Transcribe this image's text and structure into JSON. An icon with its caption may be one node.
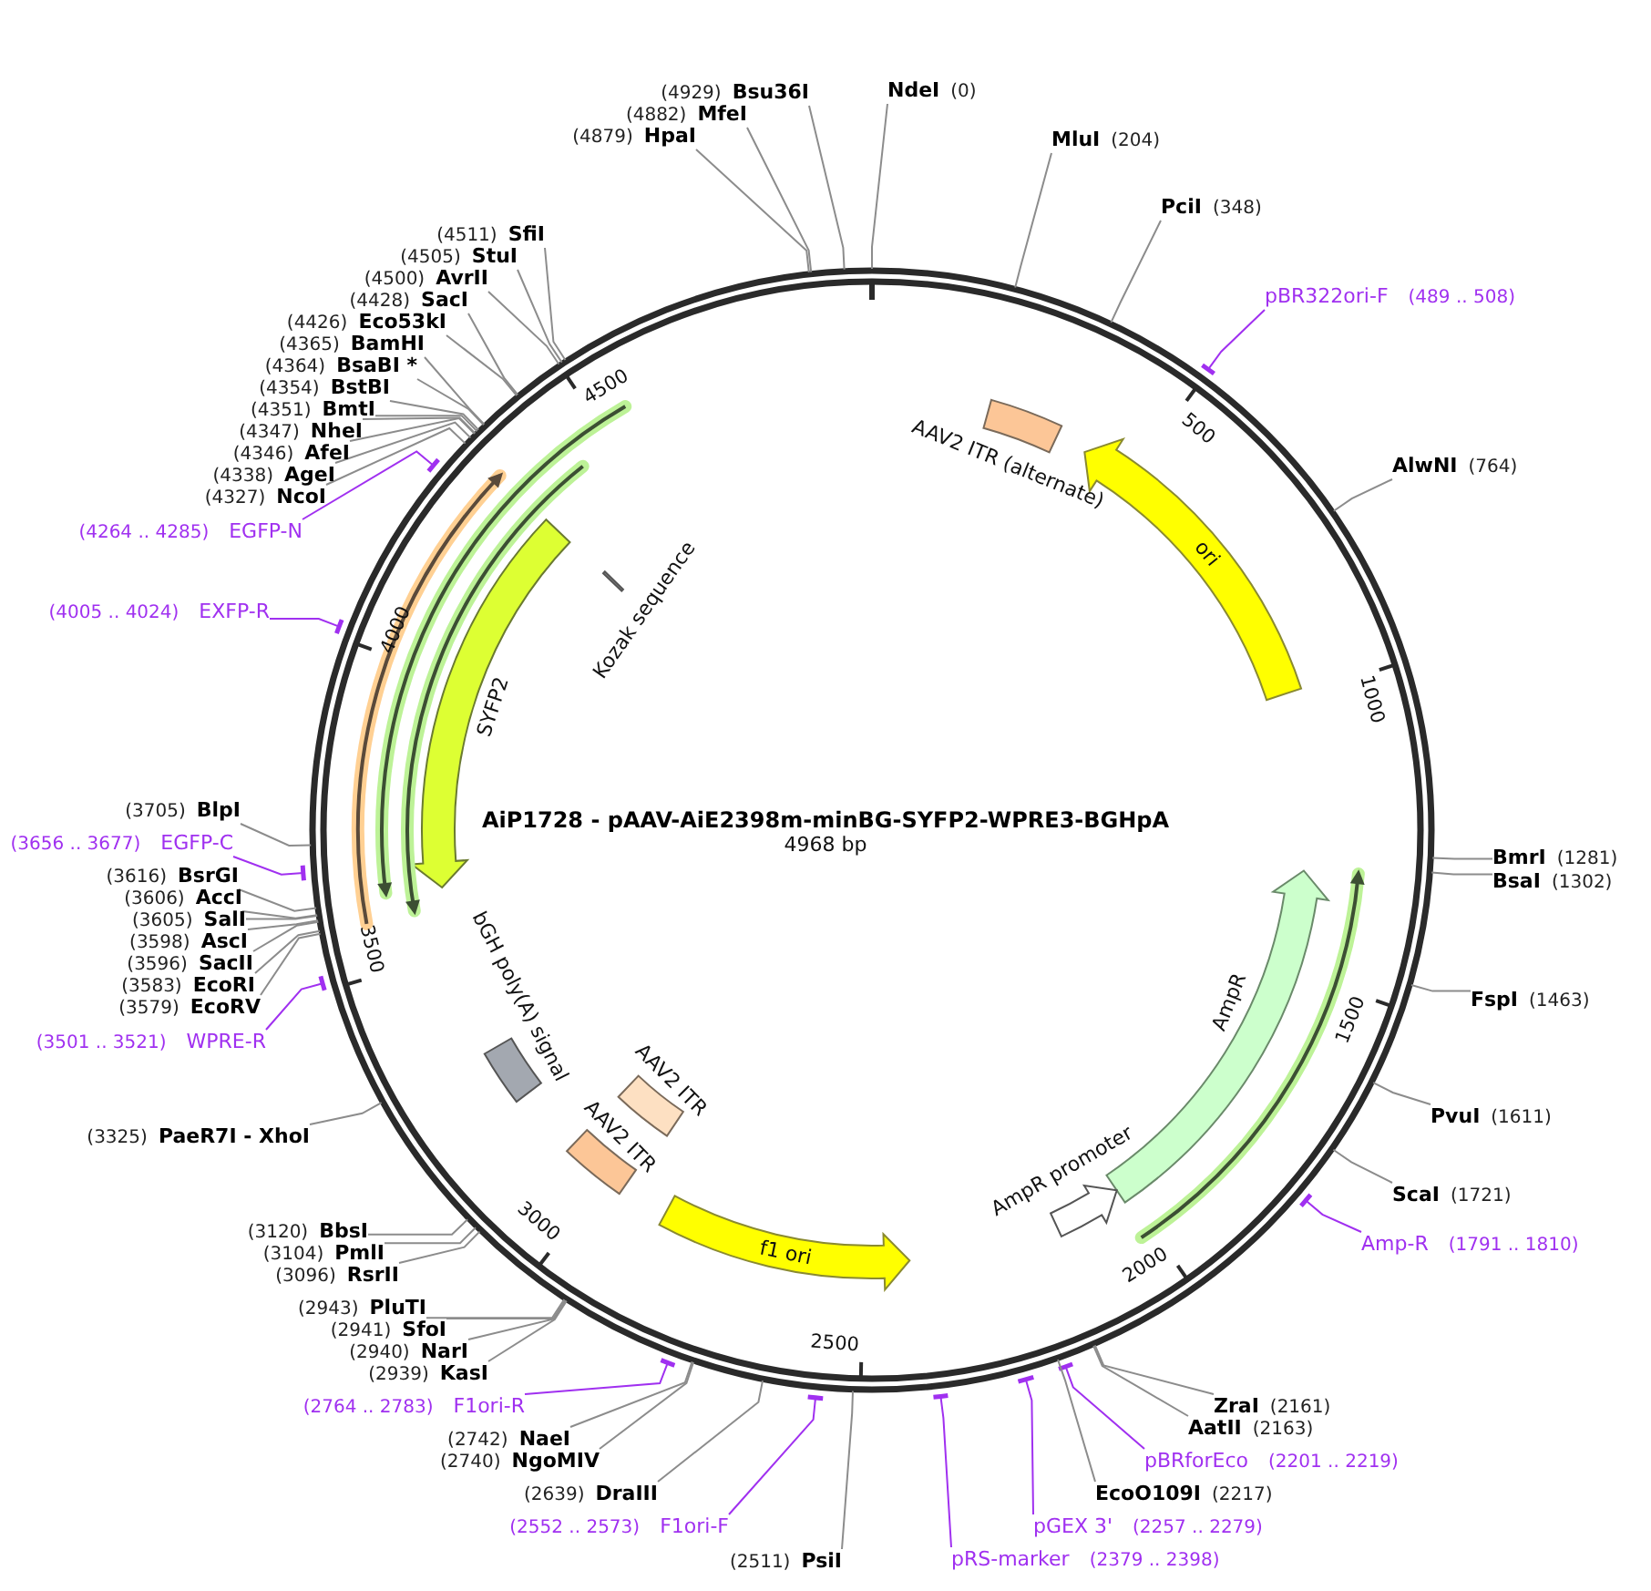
{
  "diagram": {
    "title": "AiP1728 - pAAV-AiE2398m-minBG-SYFP2-WPRE3-BGHpA",
    "nodes": [
      {
        "text": [
          "(4929)",
          "Bsu36I"
        ]
      },
      {
        "text": [
          "(4882)",
          "MfeI"
        ]
      },
      {
        "text": [
          "(4879)",
          "HpaI"
        ]
      },
      {
        "text": [
          "NdeI",
          "(0)"
        ]
      },
      {
        "text": [
          "MluI",
          "(204)"
        ]
      },
      {
        "text": [
          "PciI",
          "(348)"
        ]
      },
      {
        "text": [
          "AlwNI",
          "(764)"
        ]
      },
      {
        "text": [
          "BmrI",
          "(1281)"
        ]
      },
      {
        "text": [
          "BsaI",
          "(1302)"
        ]
      },
      {
        "text": [
          "FspI",
          "(1463)"
        ]
      },
      {
        "text": [
          "PvuI",
          "(1611)"
        ]
      },
      {
        "text": [
          "ScaI",
          "(1721)"
        ]
      },
      {
        "text": [
          "ZraI",
          "(2161)"
        ]
      },
      {
        "text": [
          "AatII",
          "(2163)"
        ]
      },
      {
        "text": [
          "EcoO109I",
          "(2217)"
        ]
      },
      {
        "text": [
          "(2511)",
          "PsiI"
        ]
      },
      {
        "text": [
          "(2639)",
          "DraIII"
        ]
      },
      {
        "text": [
          "(2740)",
          "NgoMIV"
        ]
      },
      {
        "text": [
          "(2742)",
          "NaeI"
        ]
      },
      {
        "text": [
          "(2939)",
          "KasI"
        ]
      },
      {
        "text": [
          "(2940)",
          "NarI"
        ]
      },
      {
        "text": [
          "(2941)",
          "SfoI"
        ]
      },
      {
        "text": [
          "(2943)",
          "PluTI"
        ]
      },
      {
        "text": [
          "(3096)",
          "RsrII"
        ]
      },
      {
        "text": [
          "(3104)",
          "PmlI"
        ]
      },
      {
        "text": [
          "(3120)",
          "BbsI"
        ]
      },
      {
        "text": [
          "(3325)",
          "PaeR7I - XhoI"
        ]
      },
      {
        "text": [
          "(3579)",
          "EcoRV"
        ]
      },
      {
        "text": [
          "(3583)",
          "EcoRI"
        ]
      },
      {
        "text": [
          "(3596)",
          "SacII"
        ]
      },
      {
        "text": [
          "(3598)",
          "AscI"
        ]
      },
      {
        "text": [
          "(3605)",
          "SalI"
        ]
      },
      {
        "text": [
          "(3606)",
          "AccI"
        ]
      },
      {
        "text": [
          "(3616)",
          "BsrGI"
        ]
      },
      {
        "text": [
          "(3705)",
          "BlpI"
        ]
      },
      {
        "text": [
          "(4327)",
          "NcoI"
        ]
      },
      {
        "text": [
          "(4338)",
          "AgeI"
        ]
      },
      {
        "text": [
          "(4346)",
          "AfeI"
        ]
      },
      {
        "text": [
          "(4347)",
          "NheI"
        ]
      },
      {
        "text": [
          "(4351)",
          "BmtI"
        ]
      },
      {
        "text": [
          "(4354)",
          "BstBI"
        ]
      },
      {
        "text": [
          "(4364)",
          "BsaBI *"
        ]
      },
      {
        "text": [
          "(4365)",
          "BamHI"
        ]
      },
      {
        "text": [
          "(4426)",
          "Eco53kI"
        ]
      },
      {
        "text": [
          "(4428)",
          "SacI"
        ]
      },
      {
        "text": [
          "(4500)",
          "AvrII"
        ]
      },
      {
        "text": [
          "(4505)",
          "StuI"
        ]
      },
      {
        "text": [
          "(4511)",
          "SfiI"
        ]
      },
      {
        "text": [
          "pBR322ori-F",
          "(489 .. 508)"
        ]
      },
      {
        "text": [
          "Amp-R",
          "(1791 .. 1810)"
        ]
      },
      {
        "text": [
          "pBRforEco",
          "(2201 .. 2219)"
        ]
      },
      {
        "text": [
          "pGEX 3'",
          "(2257 .. 2279)"
        ]
      },
      {
        "text": [
          "pRS-marker",
          "(2379 .. 2398)"
        ]
      },
      {
        "text": [
          "(2552 .. 2573)",
          "F1ori-F"
        ]
      },
      {
        "text": [
          "(2764 .. 2783)",
          "F1ori-R"
        ]
      },
      {
        "text": [
          "(3501 .. 3521)",
          "WPRE-R"
        ]
      },
      {
        "text": [
          "(3656 .. 3677)",
          "EGFP-C"
        ]
      },
      {
        "text": [
          "(4005 .. 4024)",
          "EXFP-R"
        ]
      },
      {
        "text": [
          "(4264 .. 4285)",
          "EGFP-N"
        ]
      },
      {
        "text": [],
        "shape": "box",
        "beside": [
          "AAV2 ITR (alternate)"
        ],
        "in": 69
      },
      {
        "text": [
          "ori"
        ],
        "in": 69
      },
      {
        "text": [],
        "shape": "arrow",
        "beside": [
          "AmpR"
        ],
        "in": 69
      },
      {
        "text": [],
        "shape": "arrow",
        "beside": [
          "AmpR promoter"
        ],
        "in": 69
      },
      {
        "text": [
          "f1 ori"
        ],
        "in": 69
      },
      {
        "text": [],
        "shape": "box",
        "beside": [
          "AAV2 ITR"
        ],
        "in": 69
      },
      {
        "text": [],
        "shape": "box",
        "beside": [
          "AAV2 ITR"
        ],
        "in": 69
      },
      {
        "text": [],
        "shape": "box",
        "beside": [
          "bGH poly(A) signal"
        ],
        "in": 69
      },
      {
        "text": [],
        "shape": "arrow",
        "beside": [
          "SYFP2"
        ],
        "in": 69
      },
      {
        "text": [],
        "shape": "bar",
        "beside": [
          "Kozak sequence"
        ],
        "in": 69
      },
      {
        "text": [],
        "shape": "circle"
      }
    ],
    "edges": [
      {
        "from": 0,
        "to": 69,
        "arrow": "none"
      },
      {
        "from": 1,
        "to": 69,
        "arrow": "none"
      },
      {
        "from": 2,
        "to": 69,
        "arrow": "none"
      },
      {
        "from": 3,
        "to": 69,
        "arrow": "none"
      },
      {
        "from": 4,
        "to": 69,
        "arrow": "none"
      },
      {
        "from": 5,
        "to": 69,
        "arrow": "none"
      },
      {
        "from": 6,
        "to": 69,
        "arrow": "none"
      },
      {
        "from": 7,
        "to": 69,
        "arrow": "none"
      },
      {
        "from": 8,
        "to": 69,
        "arrow": "none"
      },
      {
        "from": 9,
        "to": 69,
        "arrow": "none"
      },
      {
        "from": 10,
        "to": 69,
        "arrow": "none"
      },
      {
        "from": 11,
        "to": 69,
        "arrow": "none"
      },
      {
        "from": 12,
        "to": 69,
        "arrow": "none"
      },
      {
        "from": 13,
        "to": 69,
        "arrow": "none"
      },
      {
        "from": 14,
        "to": 69,
        "arrow": "none"
      },
      {
        "from": 15,
        "to": 69,
        "arrow": "none"
      },
      {
        "from": 16,
        "to": 69,
        "arrow": "none"
      },
      {
        "from": 17,
        "to": 69,
        "arrow": "none"
      },
      {
        "from": 18,
        "to": 69,
        "arrow": "none"
      },
      {
        "from": 19,
        "to": 69,
        "arrow": "none"
      },
      {
        "from": 20,
        "to": 69,
        "arrow": "none"
      },
      {
        "from": 21,
        "to": 69,
        "arrow": "none"
      },
      {
        "from": 22,
        "to": 69,
        "arrow": "none"
      },
      {
        "from": 23,
        "to": 69,
        "arrow": "none"
      },
      {
        "from": 24,
        "to": 69,
        "arrow": "none"
      },
      {
        "from": 25,
        "to": 69,
        "arrow": "none"
      },
      {
        "from": 26,
        "to": 69,
        "arrow": "none"
      },
      {
        "from": 27,
        "to": 69,
        "arrow": "none"
      },
      {
        "from": 28,
        "to": 69,
        "arrow": "none"
      },
      {
        "from": 29,
        "to": 69,
        "arrow": "none"
      },
      {
        "from": 30,
        "to": 69,
        "arrow": "none"
      },
      {
        "from": 31,
        "to": 69,
        "arrow": "none"
      },
      {
        "from": 32,
        "to": 69,
        "arrow": "none"
      },
      {
        "from": 33,
        "to": 69,
        "arrow": "none"
      },
      {
        "from": 34,
        "to": 69,
        "arrow": "none"
      },
      {
        "from": 35,
        "to": 69,
        "arrow": "none"
      },
      {
        "from": 36,
        "to": 69,
        "arrow": "none"
      },
      {
        "from": 37,
        "to": 69,
        "arrow": "none"
      },
      {
        "from": 38,
        "to": 69,
        "arrow": "none"
      },
      {
        "from": 39,
        "to": 69,
        "arrow": "none"
      },
      {
        "from": 40,
        "to": 69,
        "arrow": "none"
      },
      {
        "from": 41,
        "to": 69,
        "arrow": "none"
      },
      {
        "from": 42,
        "to": 69,
        "arrow": "none"
      },
      {
        "from": 43,
        "to": 69,
        "arrow": "none"
      },
      {
        "from": 44,
        "to": 69,
        "arrow": "none"
      },
      {
        "from": 45,
        "to": 69,
        "arrow": "none"
      },
      {
        "from": 46,
        "to": 69,
        "arrow": "none"
      },
      {
        "from": 47,
        "to": 69,
        "arrow": "none"
      },
      {
        "from": 48,
        "to": 69,
        "arrow": "none",
        "color": "#a030f0"
      },
      {
        "from": 49,
        "to": 69,
        "arrow": "none",
        "color": "#a030f0"
      },
      {
        "from": 50,
        "to": 69,
        "arrow": "none",
        "color": "#a030f0"
      },
      {
        "from": 51,
        "to": 69,
        "arrow": "none",
        "color": "#a030f0"
      },
      {
        "from": 52,
        "to": 69,
        "arrow": "none",
        "color": "#a030f0"
      },
      {
        "from": 53,
        "to": 69,
        "arrow": "none",
        "color": "#a030f0"
      },
      {
        "from": 54,
        "to": 69,
        "arrow": "none",
        "color": "#a030f0"
      },
      {
        "from": 55,
        "to": 69,
        "arrow": "none",
        "color": "#a030f0"
      },
      {
        "from": 56,
        "to": 69,
        "arrow": "none",
        "color": "#a030f0"
      },
      {
        "from": 57,
        "to": 69,
        "arrow": "none",
        "color": "#a030f0"
      },
      {
        "from": 58,
        "to": 69,
        "arrow": "none",
        "color": "#a030f0"
      }
    ],
    "labels": [
      "4968 bp",
      "500",
      "1000",
      "1500",
      "2000",
      "2500",
      "3000",
      "3500",
      "4000",
      "4500"
    ]
  }
}
